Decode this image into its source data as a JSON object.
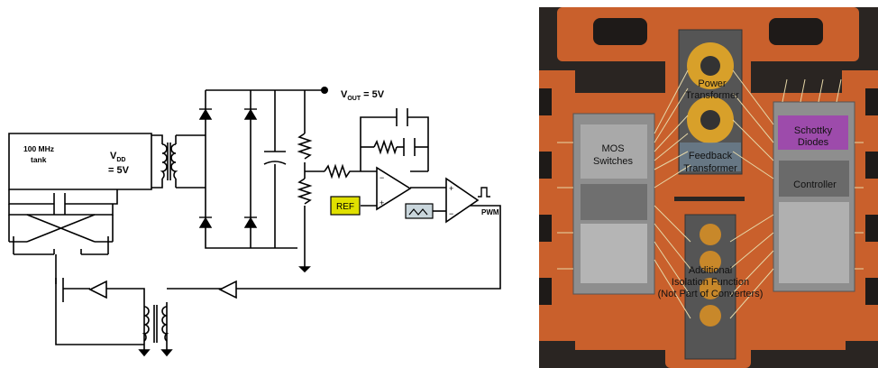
{
  "schematic": {
    "tank_label_line1": "100 MHz",
    "tank_label_line2": "tank",
    "vdd_label": "V",
    "vdd_sub": "DD",
    "vdd_value": "= 5V",
    "vout_label": "V",
    "vout_sub": "OUT",
    "vout_value": "= 5V",
    "ref_label": "REF",
    "pwm_label": "PWM",
    "colors": {
      "ref_box": "#e0e000",
      "line": "#000000",
      "osc_box": "#c9d6dc"
    }
  },
  "photo": {
    "labels": {
      "power_transformer": [
        "Power",
        "Transformer"
      ],
      "mos_switches": [
        "MOS",
        "Switches"
      ],
      "feedback_transformer": [
        "Feedback",
        "Transformer"
      ],
      "schottky_diodes": [
        "Schottky",
        "Diodes"
      ],
      "controller": "Controller",
      "additional_isolation": [
        "Additional",
        "Isolation Function",
        "(Not Part of Converters)"
      ]
    },
    "colors": {
      "substrate": "#2a2522",
      "copper": "#c9602c",
      "schottky_highlight": "#a040b0"
    }
  }
}
